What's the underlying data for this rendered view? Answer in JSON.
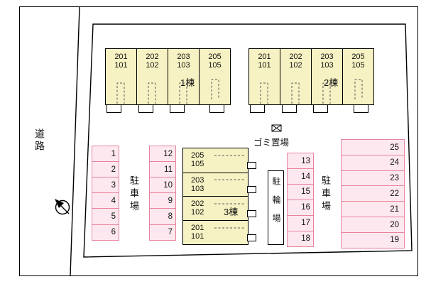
{
  "plan": {
    "road_label": "道路",
    "garbage_label": "ゴミ置場",
    "bicycle_label": "駐輪場",
    "parking_label_left": "駐車場",
    "parking_label_right": "駐車場"
  },
  "buildings": {
    "b1": {
      "name": "1棟",
      "units": [
        {
          "upper": "201",
          "lower": "101"
        },
        {
          "upper": "202",
          "lower": "102"
        },
        {
          "upper": "203",
          "lower": "103"
        },
        {
          "upper": "205",
          "lower": "105"
        }
      ]
    },
    "b2": {
      "name": "2棟",
      "units": [
        {
          "upper": "201",
          "lower": "101"
        },
        {
          "upper": "202",
          "lower": "102"
        },
        {
          "upper": "203",
          "lower": "103"
        },
        {
          "upper": "205",
          "lower": "105"
        }
      ]
    },
    "b3": {
      "name": "3棟",
      "units": [
        {
          "upper": "205",
          "lower": "105"
        },
        {
          "upper": "203",
          "lower": "103"
        },
        {
          "upper": "202",
          "lower": "102"
        },
        {
          "upper": "201",
          "lower": "101"
        }
      ]
    }
  },
  "parking": {
    "col1": [
      "1",
      "2",
      "3",
      "4",
      "5",
      "6"
    ],
    "col2": [
      "12",
      "11",
      "10",
      "9",
      "8",
      "7"
    ],
    "col3": [
      "13",
      "14",
      "15",
      "16",
      "17",
      "18"
    ],
    "col4": [
      "25",
      "24",
      "23",
      "22",
      "21",
      "20",
      "19"
    ]
  },
  "colors": {
    "building_fill": "#f7f2c3",
    "parking_border": "#e9849e",
    "parking_fill": "#fce8ee"
  }
}
